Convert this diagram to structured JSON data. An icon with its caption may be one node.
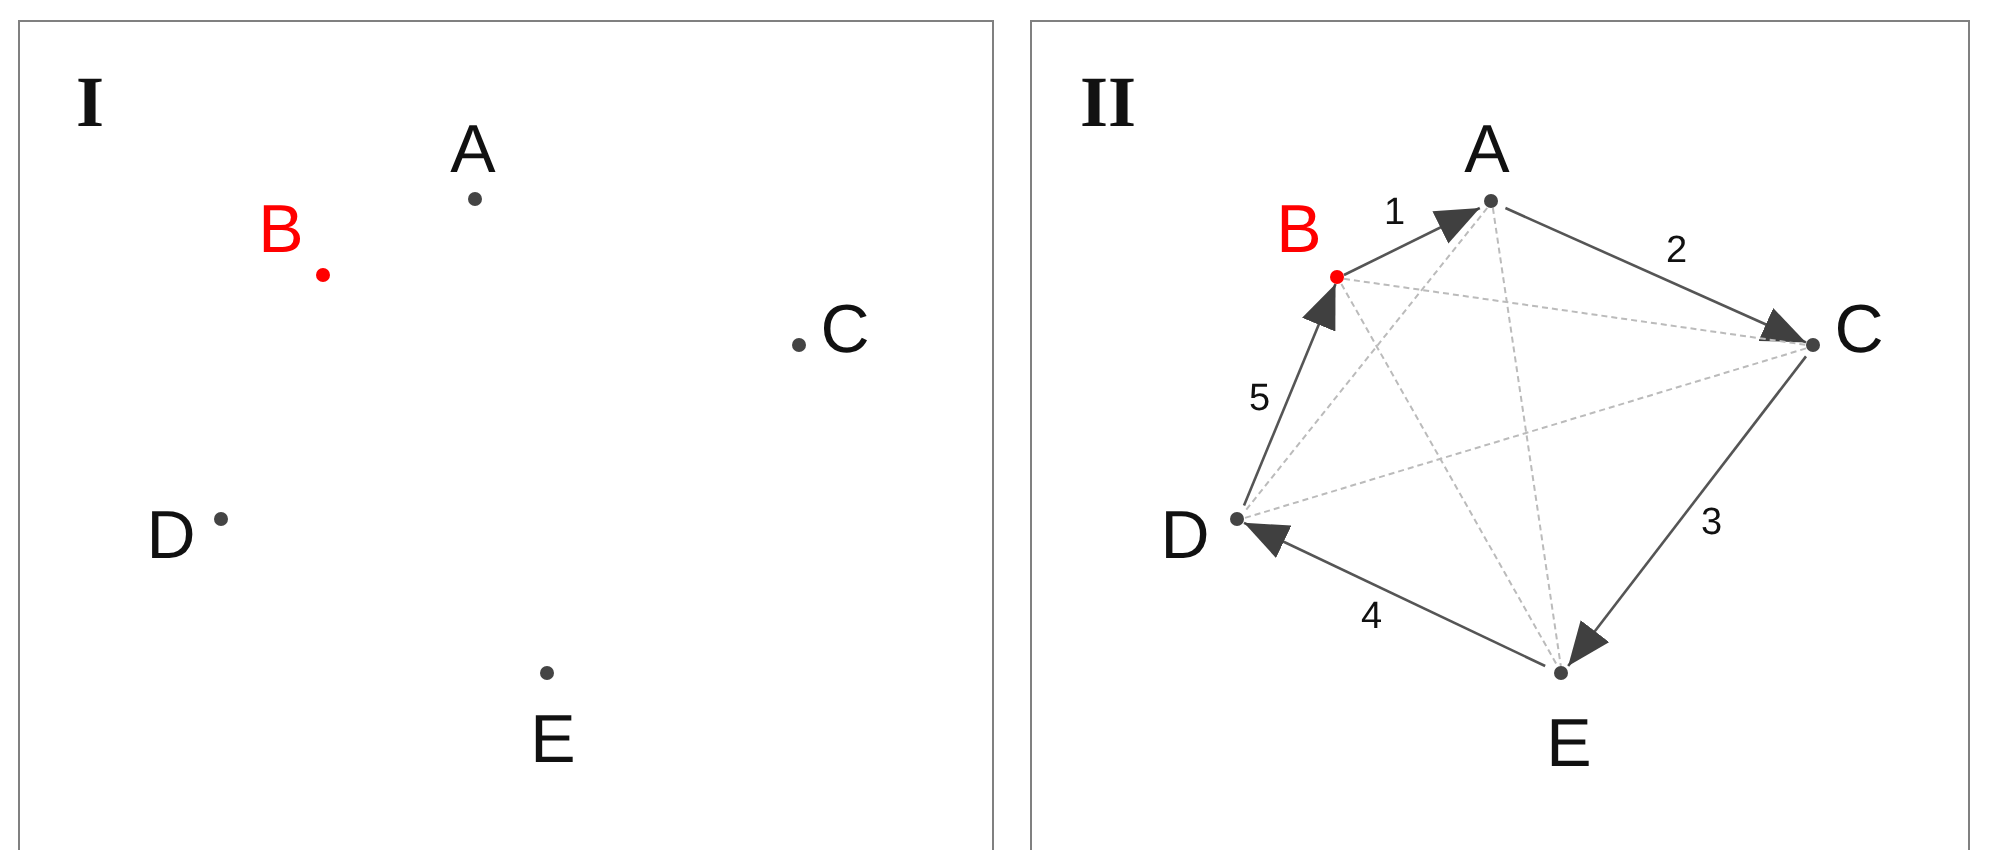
{
  "diagram": {
    "nodes": [
      {
        "text": [
          "I"
        ]
      },
      {
        "text": [
          "A"
        ],
        "in": 0
      },
      {
        "text": [
          "B"
        ],
        "in": 0
      },
      {
        "text": [
          "C"
        ],
        "in": 0
      },
      {
        "text": [
          "D"
        ],
        "in": 0
      },
      {
        "text": [
          "E"
        ],
        "in": 0
      },
      {
        "text": [
          "II"
        ]
      },
      {
        "text": [
          "A"
        ],
        "in": 6
      },
      {
        "text": [
          "B"
        ],
        "in": 6
      },
      {
        "text": [
          "C"
        ],
        "in": 6
      },
      {
        "text": [
          "D"
        ],
        "in": 6
      },
      {
        "text": [
          "E"
        ],
        "in": 6
      }
    ],
    "edges": [
      {
        "from": 8,
        "to": 7,
        "arrow": "to",
        "label": "1"
      },
      {
        "from": 7,
        "to": 9,
        "arrow": "to",
        "label": "2"
      },
      {
        "from": 9,
        "to": 11,
        "arrow": "to",
        "label": "3"
      },
      {
        "from": 11,
        "to": 10,
        "arrow": "to",
        "label": "4"
      },
      {
        "from": 10,
        "to": 8,
        "arrow": "to",
        "label": "5"
      },
      {
        "from": 8,
        "to": 9,
        "arrow": "none",
        "style": "dashed",
        "color": "#bbbbbb"
      },
      {
        "from": 8,
        "to": 11,
        "arrow": "none",
        "style": "dashed",
        "color": "#bbbbbb"
      },
      {
        "from": 7,
        "to": 10,
        "arrow": "none",
        "style": "dashed",
        "color": "#bbbbbb"
      },
      {
        "from": 7,
        "to": 11,
        "arrow": "none",
        "style": "dashed",
        "color": "#bbbbbb"
      },
      {
        "from": 9,
        "to": 10,
        "arrow": "none",
        "style": "dashed",
        "color": "#bbbbbb"
      }
    ]
  }
}
